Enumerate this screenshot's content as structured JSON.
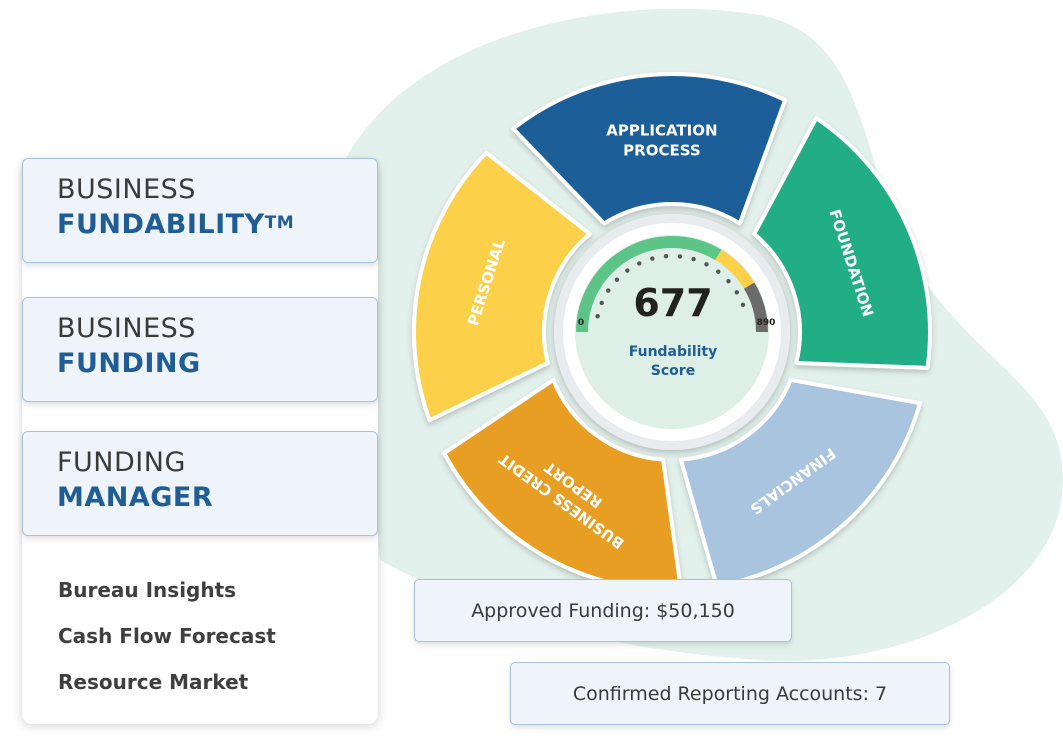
{
  "products": [
    {
      "line1": "BUSINESS",
      "line2": "FUNDABILITY",
      "mark": "TM"
    },
    {
      "line1": "BUSINESS",
      "line2": "FUNDING",
      "mark": ""
    },
    {
      "line1": "FUNDING",
      "line2": "MANAGER",
      "mark": ""
    }
  ],
  "tools": [
    "Bureau Insights",
    "Cash Flow Forecast",
    "Resource Market"
  ],
  "wheel": {
    "segments": [
      {
        "line1": "APPLICATION",
        "line2": "PROCESS",
        "color": "#1f5f98"
      },
      {
        "line1": "FOUNDATION",
        "line2": "",
        "color": "#22ae84"
      },
      {
        "line1": "FINANCIALS",
        "line2": "",
        "color": "#a8c4de"
      },
      {
        "line1": "BUSINESS CREDIT",
        "line2": "REPORT",
        "color": "#e89e24"
      },
      {
        "line1": "PERSONAL",
        "line2": "",
        "color": "#fcd04a"
      }
    ]
  },
  "gauge": {
    "score": "677",
    "min": "0",
    "max": "890",
    "label_line1": "Fundability",
    "label_line2": "Score",
    "label_color": "#1f5d94",
    "zone_colors": [
      "#5cc487",
      "#fcd04a",
      "#6b6b6b"
    ]
  },
  "stats": {
    "approved": "Approved Funding: $50,150",
    "accounts": "Confirmed Reporting Accounts: 7"
  },
  "colors": {
    "blob": "#e3f1ec",
    "card_bg": "#eef4fa",
    "card_border": "#a9c2dc",
    "brand_blue": "#1f5d94"
  }
}
